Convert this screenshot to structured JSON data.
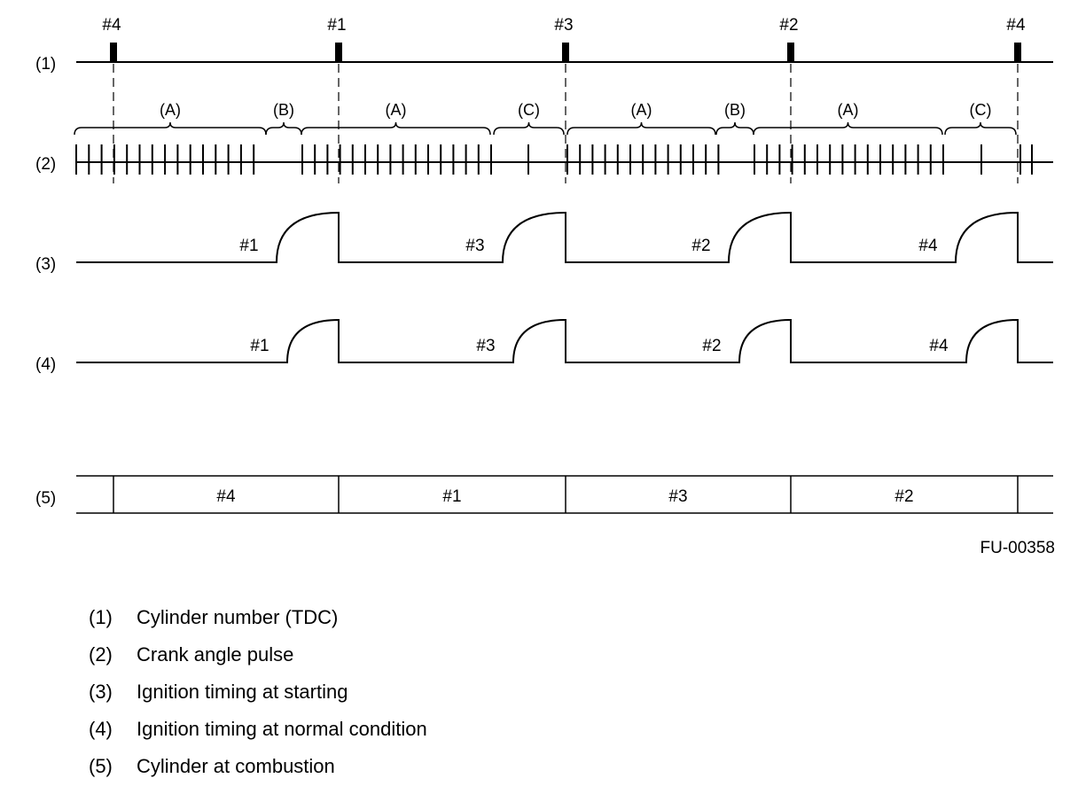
{
  "row_labels": [
    "(1)",
    "(2)",
    "(3)",
    "(4)",
    "(5)"
  ],
  "tdc_marks": [
    "#4",
    "#1",
    "#3",
    "#2",
    "#4"
  ],
  "segments": [
    "(A)",
    "(B)",
    "(A)",
    "(C)",
    "(A)",
    "(B)",
    "(A)",
    "(C)"
  ],
  "ignition_starting": [
    "#1",
    "#3",
    "#2",
    "#4"
  ],
  "ignition_normal": [
    "#1",
    "#3",
    "#2",
    "#4"
  ],
  "combustion": [
    "#4",
    "#1",
    "#3",
    "#2"
  ],
  "figure_id": "FU-00358",
  "legend": [
    {
      "num": "(1)",
      "text": "Cylinder number (TDC)"
    },
    {
      "num": "(2)",
      "text": "Crank angle pulse"
    },
    {
      "num": "(3)",
      "text": "Ignition timing at starting"
    },
    {
      "num": "(4)",
      "text": "Ignition timing at normal condition"
    },
    {
      "num": "(5)",
      "text": "Cylinder at combustion"
    }
  ]
}
